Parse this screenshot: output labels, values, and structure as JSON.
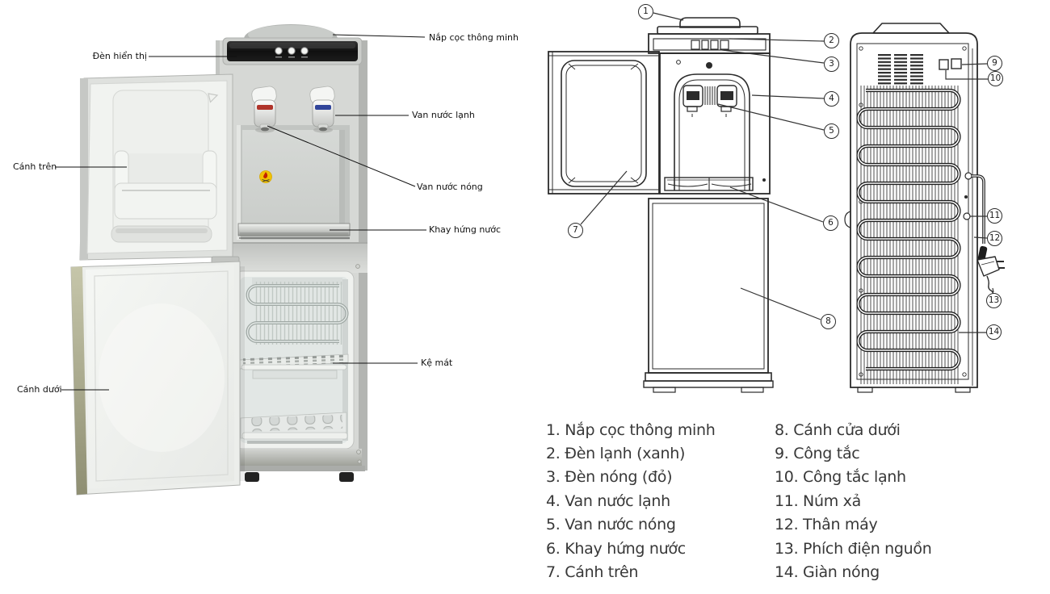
{
  "photo_labels": [
    {
      "text": "Đèn hiển thị"
    },
    {
      "text": "Nắp cọc thông minh"
    },
    {
      "text": "Van nước lạnh"
    },
    {
      "text": "Van nước nóng"
    },
    {
      "text": "Khay hứng nước"
    },
    {
      "text": "Cánh trên"
    },
    {
      "text": "Kệ mát"
    },
    {
      "text": "Cánh dưới"
    }
  ],
  "parts": [
    {
      "num": "1",
      "label": "Nắp cọc thông minh",
      "display": "1. Nắp cọc thông minh"
    },
    {
      "num": "2",
      "label": "Đèn lạnh (xanh)",
      "display": "2. Đèn lạnh (xanh)"
    },
    {
      "num": "3",
      "label": "Đèn nóng (đỏ)",
      "display": "3. Đèn nóng (đỏ)"
    },
    {
      "num": "4",
      "label": "Van nước lạnh",
      "display": "4. Van nước lạnh"
    },
    {
      "num": "5",
      "label": "Van nước nóng",
      "display": "5. Van nước nóng"
    },
    {
      "num": "6",
      "label": "Khay hứng nước",
      "display": "6. Khay hứng nước"
    },
    {
      "num": "7",
      "label": "Cánh trên",
      "display": "7. Cánh trên"
    },
    {
      "num": "8",
      "label": "Cánh cửa dưới",
      "display": "8. Cánh cửa dưới"
    },
    {
      "num": "9",
      "label": "Công tắc",
      "display": "9. Công tắc"
    },
    {
      "num": "10",
      "label": "Công tắc lạnh",
      "display": "10. Công tắc lạnh"
    },
    {
      "num": "11",
      "label": "Núm xả",
      "display": "11. Núm xả"
    },
    {
      "num": "12",
      "label": "Thân máy",
      "display": "12. Thân máy"
    },
    {
      "num": "13",
      "label": "Phích điện nguồn",
      "display": "13. Phích điện nguồn"
    },
    {
      "num": "14",
      "label": "Giàn nóng",
      "display": "14. Giàn nóng"
    }
  ],
  "colors": {
    "tap_hot": "#b0342b",
    "tap_cold": "#31459a",
    "sticker": "#f0c202",
    "diagram_line": "#2b2b2b"
  }
}
